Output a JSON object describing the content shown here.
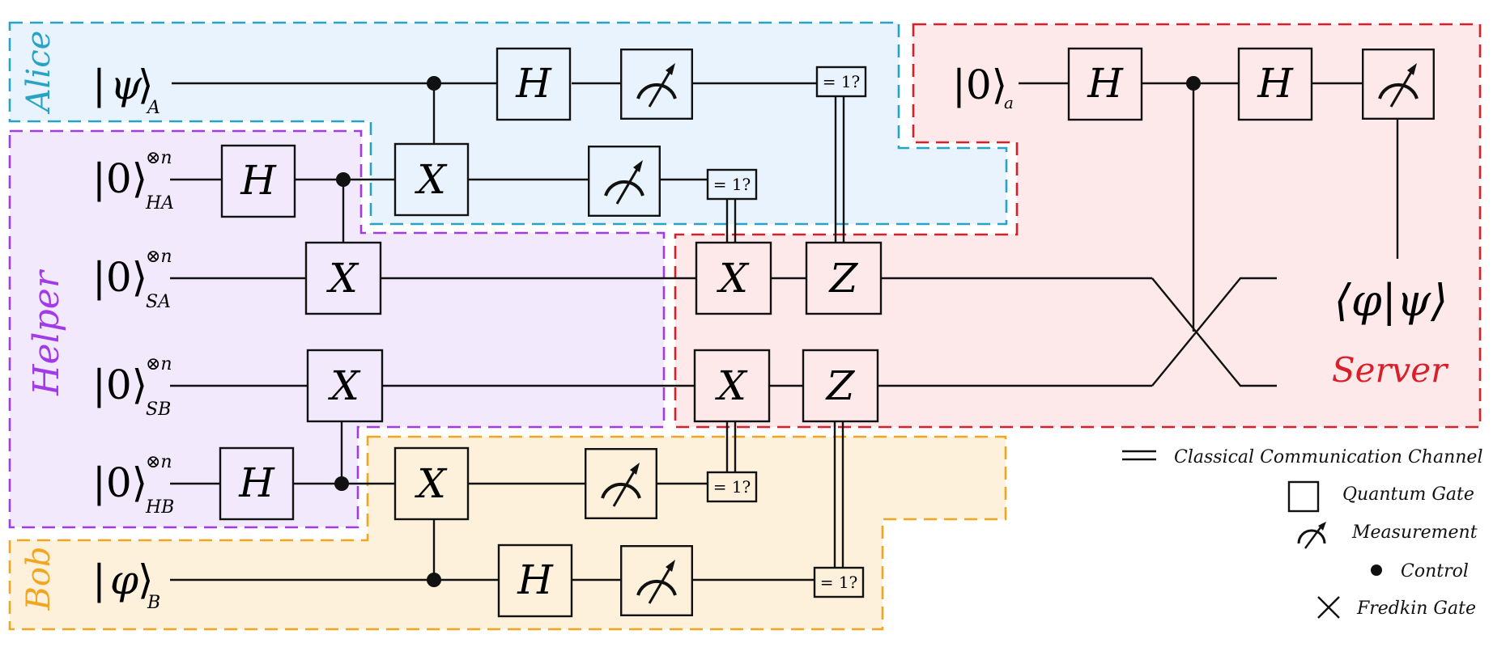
{
  "regions": {
    "alice": {
      "label": "Alice",
      "color": "#29a3c4",
      "fill": "#e9f3fd"
    },
    "helper": {
      "label": "Helper",
      "color": "#a13bea",
      "fill": "#f2e9fd"
    },
    "server": {
      "label": "Server",
      "color": "#d9202a",
      "fill": "#fde8ea"
    },
    "bob": {
      "label": "Bob",
      "color": "#f2a51f",
      "fill": "#fdf1dc"
    }
  },
  "qubits": {
    "psi_A": {
      "symbol": "ψ",
      "sub": "A"
    },
    "zero_HA": {
      "symbol": "0",
      "sub": "HA",
      "sup": "⊗n"
    },
    "zero_SA": {
      "symbol": "0",
      "sub": "SA",
      "sup": "⊗n"
    },
    "zero_SB": {
      "symbol": "0",
      "sub": "SB",
      "sup": "⊗n"
    },
    "zero_HB": {
      "symbol": "0",
      "sub": "HB",
      "sup": "⊗n"
    },
    "phi_B": {
      "symbol": "φ",
      "sub": "B"
    },
    "zero_a": {
      "symbol": "0",
      "sub": "a"
    }
  },
  "gates": {
    "H": "H",
    "X": "X",
    "Z": "Z",
    "check": "= 1?"
  },
  "output_label": "⟨φ|ψ⟩",
  "legend": {
    "classical": "Classical Communication Channel",
    "quantum_gate": "Quantum Gate",
    "measurement": "Measurement",
    "control": "Control",
    "fredkin": "Fredkin Gate"
  }
}
